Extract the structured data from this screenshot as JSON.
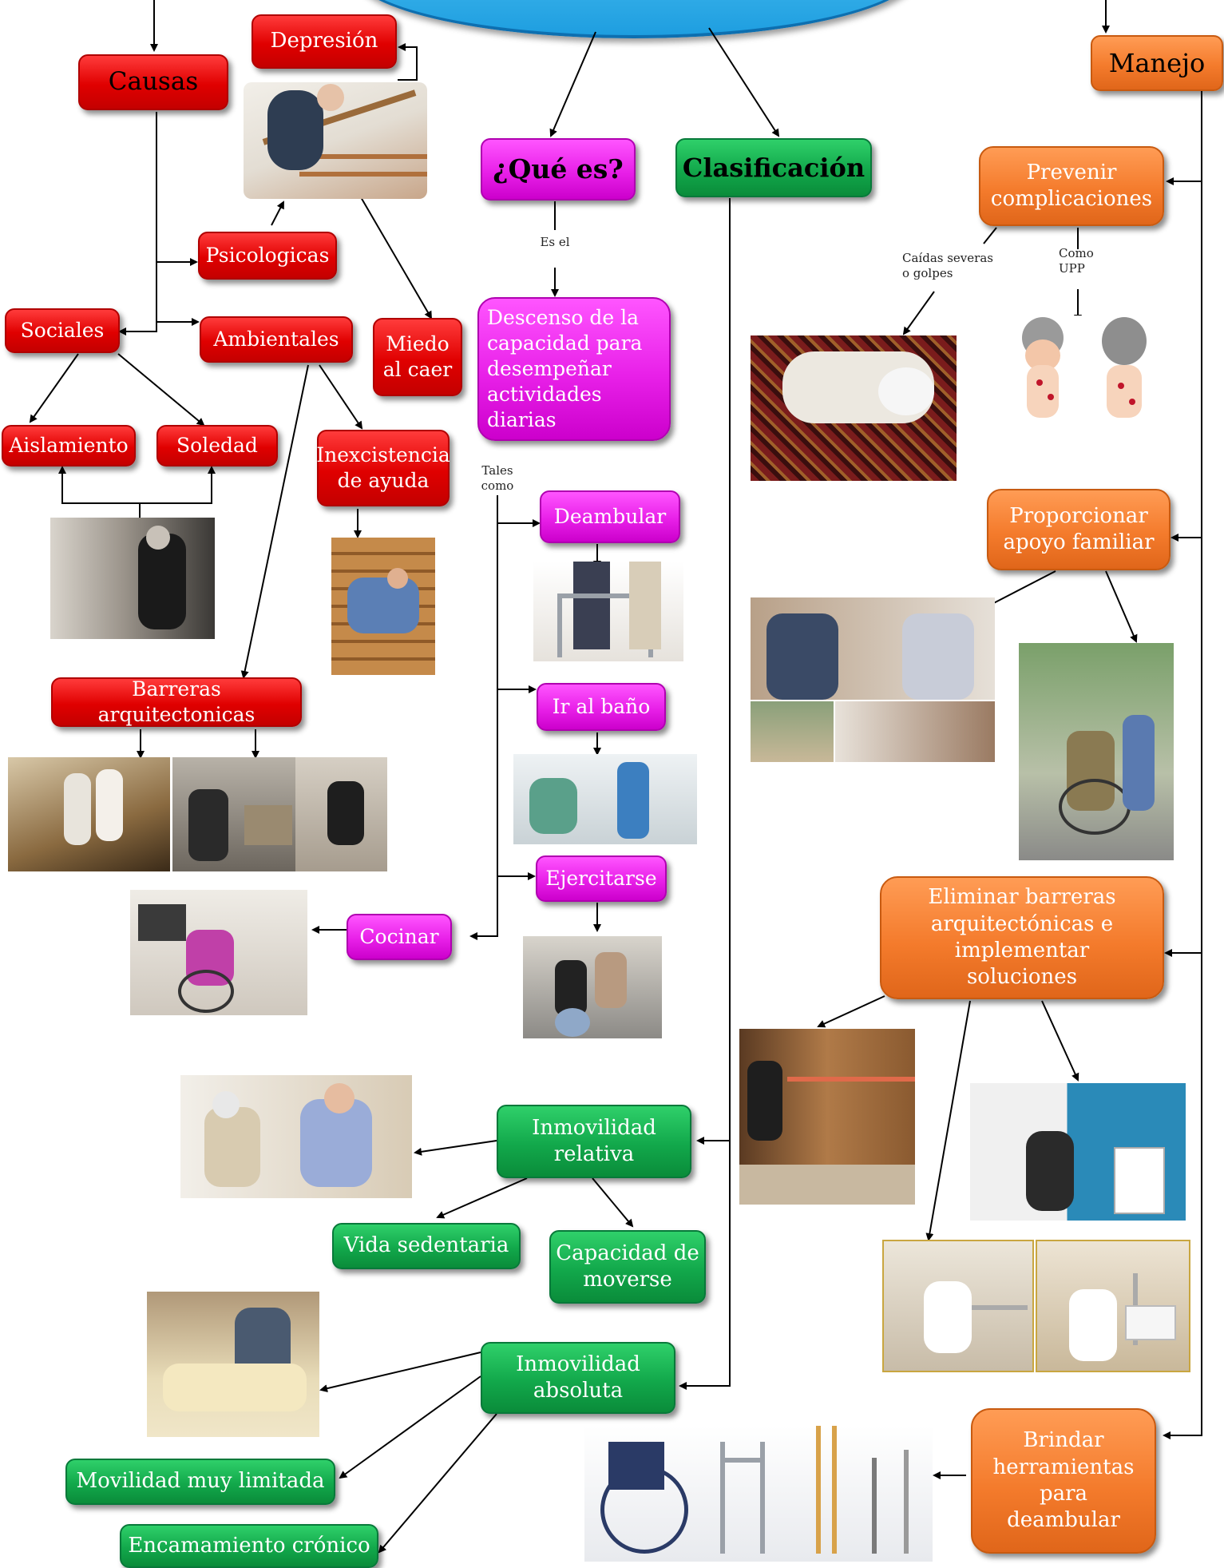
{
  "nodes": {
    "causas": "Causas",
    "depresion": "Depresión",
    "psicologicas": "Psicologicas",
    "sociales": "Sociales",
    "ambientales": "Ambientales",
    "miedo": "Miedo al caer",
    "aislamiento": "Aislamiento",
    "soledad": "Soledad",
    "inexcistencia": "Inexcistencia de ayuda",
    "barreras": "Barreras arquitectonicas",
    "que_es": "¿Qué es?",
    "descenso": "Descenso de la capacidad para desempeñar actividades diarias",
    "deambular": "Deambular",
    "ir_bano": "Ir al baño",
    "ejercitarse": "Ejercitarse",
    "cocinar": "Cocinar",
    "clasificacion": "Clasificación",
    "inmovilidad_relativa": "Inmovilidad relativa",
    "vida_sedentaria": "Vida sedentaria",
    "capacidad_moverse": "Capacidad de moverse",
    "inmovilidad_absoluta": "Inmovilidad absoluta",
    "movilidad_limitada": "Movilidad muy limitada",
    "encamamiento": "Encamamiento crónico",
    "manejo": "Manejo",
    "prevenir": "Prevenir complicaciones",
    "proporcionar": "Proporcionar apoyo familiar",
    "eliminar": "Eliminar barreras arquitectónicas e implementar soluciones",
    "brindar": "Brindar herramientas para deambular"
  },
  "labels": {
    "es_el": "Es el",
    "tales_como": "Tales como",
    "caidas": "Caídas severas o golpes",
    "como_upp": "Como UPP"
  },
  "colors": {
    "red": "#e00000",
    "pink": "#e820e8",
    "green": "#12a84b",
    "orange": "#f47b2c",
    "top_blue": "#22a7e8"
  }
}
